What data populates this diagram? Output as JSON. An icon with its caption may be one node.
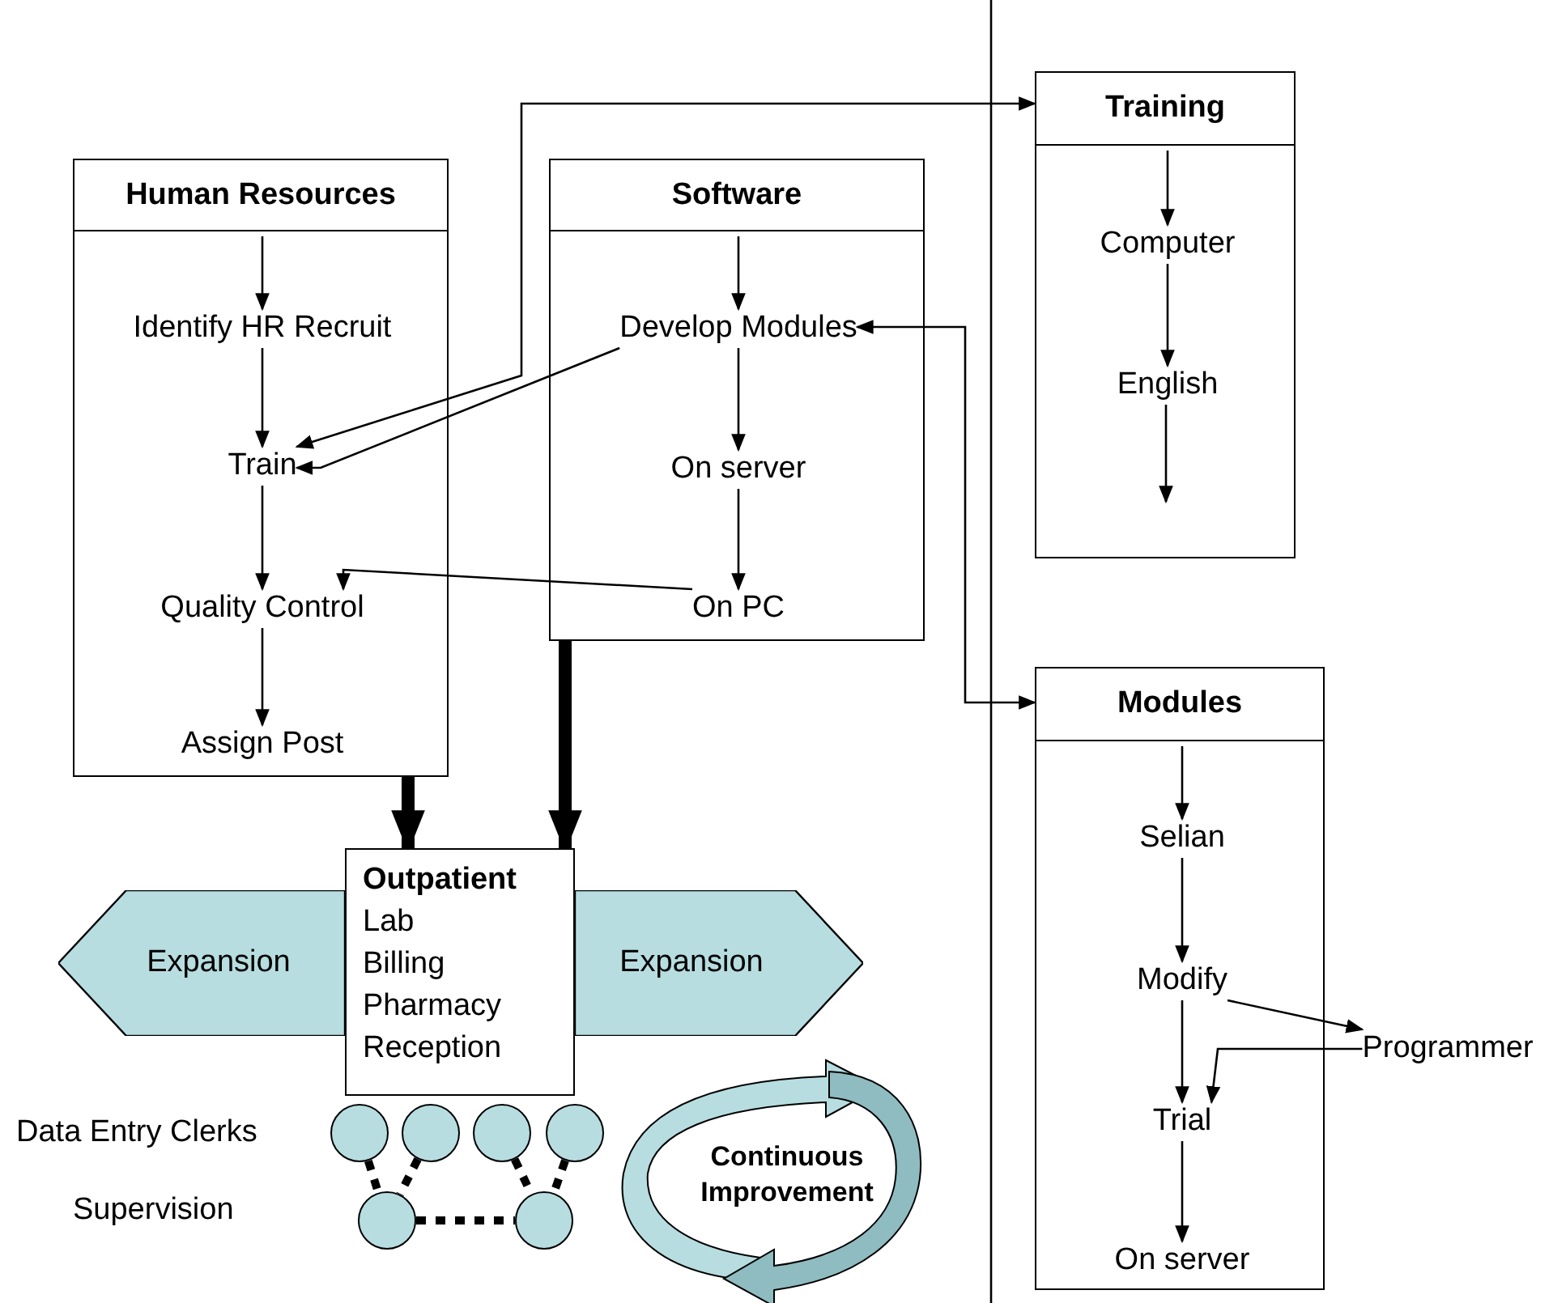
{
  "diagram": {
    "nodes": [
      {
        "text": [
          "Human Resources"
        ]
      },
      {
        "text": [
          "Identify HR Recruit"
        ],
        "in": 0
      },
      {
        "text": [
          "Train"
        ],
        "in": 0
      },
      {
        "text": [
          "Quality Control"
        ],
        "in": 0
      },
      {
        "text": [
          "Assign Post"
        ],
        "in": 0
      },
      {
        "text": [
          "Software"
        ]
      },
      {
        "text": [
          "Develop Modules"
        ],
        "in": 5
      },
      {
        "text": [
          "On server"
        ],
        "in": 5
      },
      {
        "text": [
          "On PC"
        ],
        "in": 5
      },
      {
        "text": [
          "Training"
        ]
      },
      {
        "text": [
          "Computer"
        ],
        "in": 9
      },
      {
        "text": [
          "English"
        ],
        "in": 9
      },
      {
        "text": [
          "Modules"
        ]
      },
      {
        "text": [
          "Selian"
        ],
        "in": 12
      },
      {
        "text": [
          "Modify"
        ],
        "in": 12
      },
      {
        "text": [
          "Trial"
        ],
        "in": 12
      },
      {
        "text": [
          "On server"
        ],
        "in": 12
      },
      {
        "text": [
          "Programmer"
        ]
      },
      {
        "text": [
          "Outpatient",
          "Lab",
          "Billing",
          "Pharmacy",
          "Reception"
        ]
      },
      {
        "text": [
          "Expansion"
        ]
      },
      {
        "text": [
          "Expansion"
        ]
      },
      {
        "text": [],
        "shape": "circle"
      },
      {
        "text": [],
        "shape": "circle"
      },
      {
        "text": [],
        "shape": "circle"
      },
      {
        "text": [],
        "shape": "circle"
      },
      {
        "text": [],
        "shape": "circle"
      },
      {
        "text": [],
        "shape": "circle"
      },
      {
        "text": [
          "Continuous Improvement"
        ]
      }
    ],
    "edges": [
      {
        "from": null,
        "to": 1,
        "arrow": "to"
      },
      {
        "from": 1,
        "to": 2,
        "arrow": "to"
      },
      {
        "from": 2,
        "to": 3,
        "arrow": "to"
      },
      {
        "from": 3,
        "to": 4,
        "arrow": "to"
      },
      {
        "from": null,
        "to": 6,
        "arrow": "to"
      },
      {
        "from": 6,
        "to": 7,
        "arrow": "to"
      },
      {
        "from": 7,
        "to": 8,
        "arrow": "to"
      },
      {
        "from": null,
        "to": 10,
        "arrow": "to"
      },
      {
        "from": 10,
        "to": 11,
        "arrow": "to"
      },
      {
        "from": 11,
        "to": null,
        "arrow": "to"
      },
      {
        "from": null,
        "to": 13,
        "arrow": "to"
      },
      {
        "from": 13,
        "to": 14,
        "arrow": "to"
      },
      {
        "from": 14,
        "to": 15,
        "arrow": "to"
      },
      {
        "from": 15,
        "to": 16,
        "arrow": "to"
      },
      {
        "from": 9,
        "to": 2,
        "arrow": "both"
      },
      {
        "from": 6,
        "to": 2,
        "arrow": "to"
      },
      {
        "from": 8,
        "to": 3,
        "arrow": "to"
      },
      {
        "from": 6,
        "to": 12,
        "arrow": "both"
      },
      {
        "from": 14,
        "to": 17,
        "arrow": "to"
      },
      {
        "from": 17,
        "to": 15,
        "arrow": "to"
      },
      {
        "from": 0,
        "to": 18,
        "arrow": "to",
        "style": "thick"
      },
      {
        "from": 5,
        "to": 18,
        "arrow": "to",
        "style": "thick"
      },
      {
        "from": 21,
        "to": 25,
        "arrow": "none",
        "style": "dashed"
      },
      {
        "from": 22,
        "to": 25,
        "arrow": "none",
        "style": "dashed"
      },
      {
        "from": 23,
        "to": 26,
        "arrow": "none",
        "style": "dashed"
      },
      {
        "from": 24,
        "to": 26,
        "arrow": "none",
        "style": "dashed"
      },
      {
        "from": 25,
        "to": 26,
        "arrow": "none",
        "style": "dashed"
      }
    ],
    "labels": [
      "Data Entry Clerks",
      "Supervision"
    ]
  }
}
